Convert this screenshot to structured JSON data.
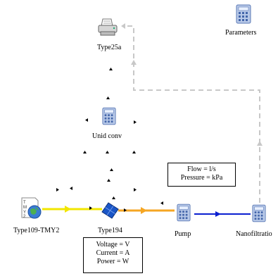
{
  "components": {
    "parameters": {
      "label": "Parameters",
      "icon": "calculator-icon"
    },
    "type25a": {
      "label": "Type25a",
      "icon": "printer-icon"
    },
    "unid_conv": {
      "label": "Unid conv",
      "icon": "calculator-icon"
    },
    "type109": {
      "label": "Type109-TMY2",
      "icon": "weather-data-icon"
    },
    "type194": {
      "label": "Type194",
      "icon": "pv-panel-icon"
    },
    "pump": {
      "label": "Pump",
      "icon": "calculator-icon"
    },
    "nanofiltration": {
      "label": "Nanofiltratio",
      "icon": "calculator-icon"
    }
  },
  "notes": {
    "flow": {
      "line1": "Flow = l/s",
      "line2": "Pressure = kPa"
    },
    "power": {
      "line1": "Voltage = V",
      "line2": "Current = A",
      "line3": "Power = W"
    }
  },
  "colors": {
    "yellow_link": "#f2e600",
    "orange_link": "#f5a623",
    "blue_link": "#0b1fd0",
    "gray_link": "#c8c8c8"
  }
}
